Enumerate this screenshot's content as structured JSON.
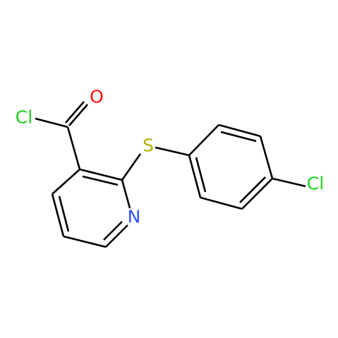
{
  "atoms": {
    "carbonyl_oxygen": {
      "label": "O",
      "color": "#ff0d0d"
    },
    "acyl_chlorine": {
      "label": "Cl",
      "color": "#1fd01f"
    },
    "sulfur": {
      "label": "S",
      "color": "#b2b200"
    },
    "pyridine_nitrogen": {
      "label": "N",
      "color": "#3050f8"
    },
    "aryl_chlorine": {
      "label": "Cl",
      "color": "#1fd01f"
    }
  },
  "colors": {
    "bond": "#000000",
    "background": "#ffffff"
  }
}
